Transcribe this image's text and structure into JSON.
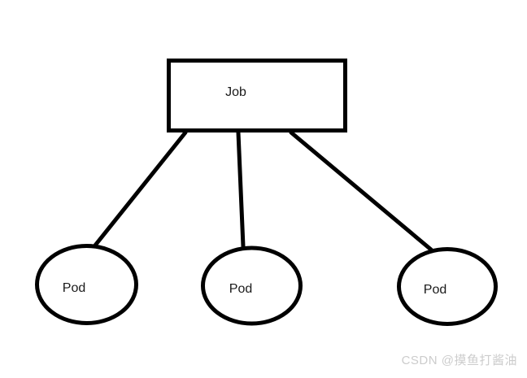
{
  "diagram": {
    "type": "node-link-diagram",
    "background_color": "#ffffff",
    "stroke_color": "#000000",
    "text_color": "#1a1a1a",
    "root": {
      "label": "Job",
      "shape": "rectangle"
    },
    "children": [
      {
        "label": "Pod",
        "shape": "ellipse"
      },
      {
        "label": "Pod",
        "shape": "ellipse"
      },
      {
        "label": "Pod",
        "shape": "ellipse"
      }
    ]
  },
  "watermark": {
    "text": "CSDN @摸鱼打酱油",
    "color": "#cccccc"
  }
}
